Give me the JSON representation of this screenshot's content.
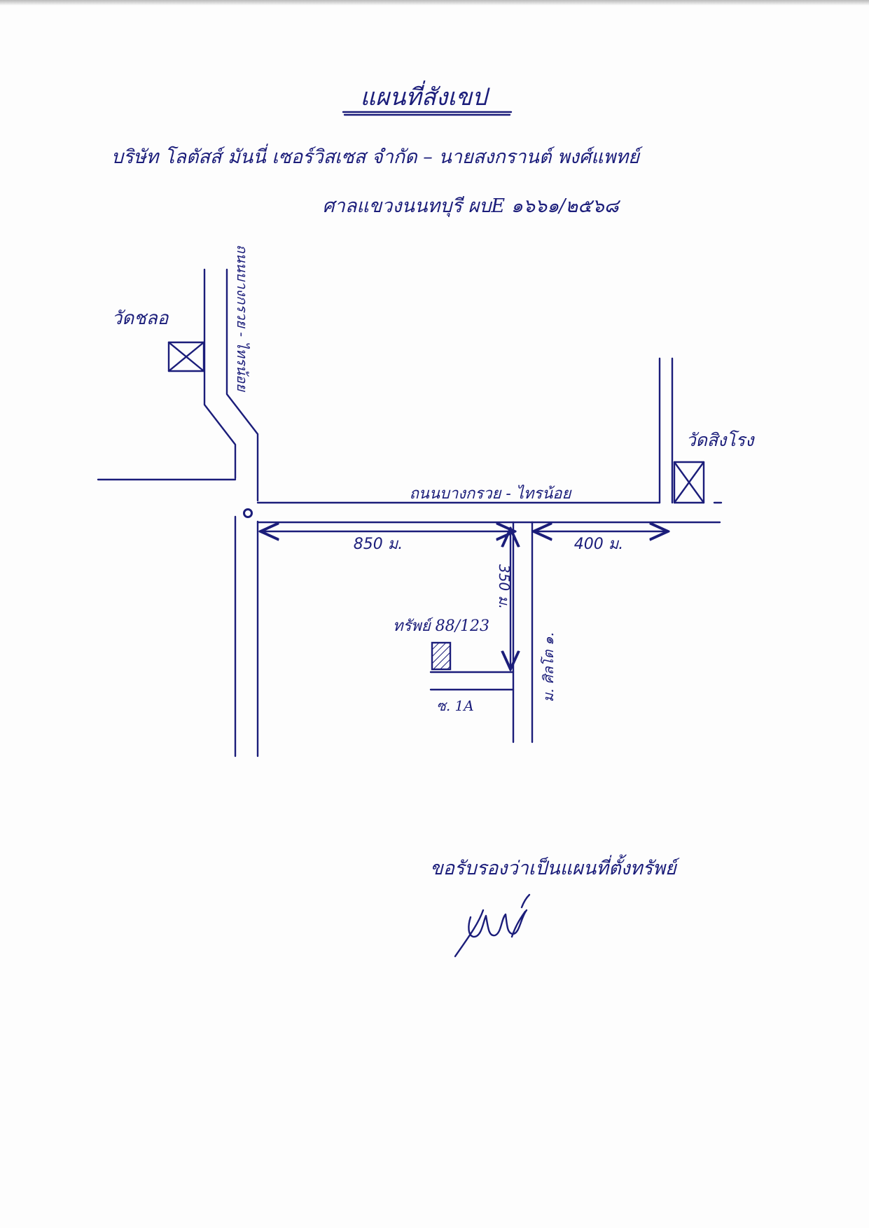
{
  "document": {
    "title": "แผนที่สังเขป",
    "parties": "บริษัท โลตัสส์ มันนี่ เซอร์วิสเซส จำกัด  –  นายสงกรานต์ พงศ์แพทย์",
    "case": "ศาลแขวงนนทบุรี  ผบE ๑๖๖๑/๒๕๖๘"
  },
  "map": {
    "roads": {
      "main_road": "ถนนบางกรวย - ไทรน้อย",
      "side_road": "ถนนบางกรวย - ไทรน้อย",
      "village_road": "ม. ศิลโต ๑.",
      "soi": "ซ. 1A"
    },
    "landmarks": {
      "temple_left": "วัดชลอ",
      "temple_right": "วัดสิงโรง"
    },
    "property_label": "ทรัพย์ 88/123",
    "distances": {
      "left": "850 ม.",
      "right": "400 ม.",
      "vertical": "350 ม."
    }
  },
  "certification": "ขอรับรองว่าเป็นแผนที่ตั้งทรัพย์",
  "signature_text": "ชชน"
}
